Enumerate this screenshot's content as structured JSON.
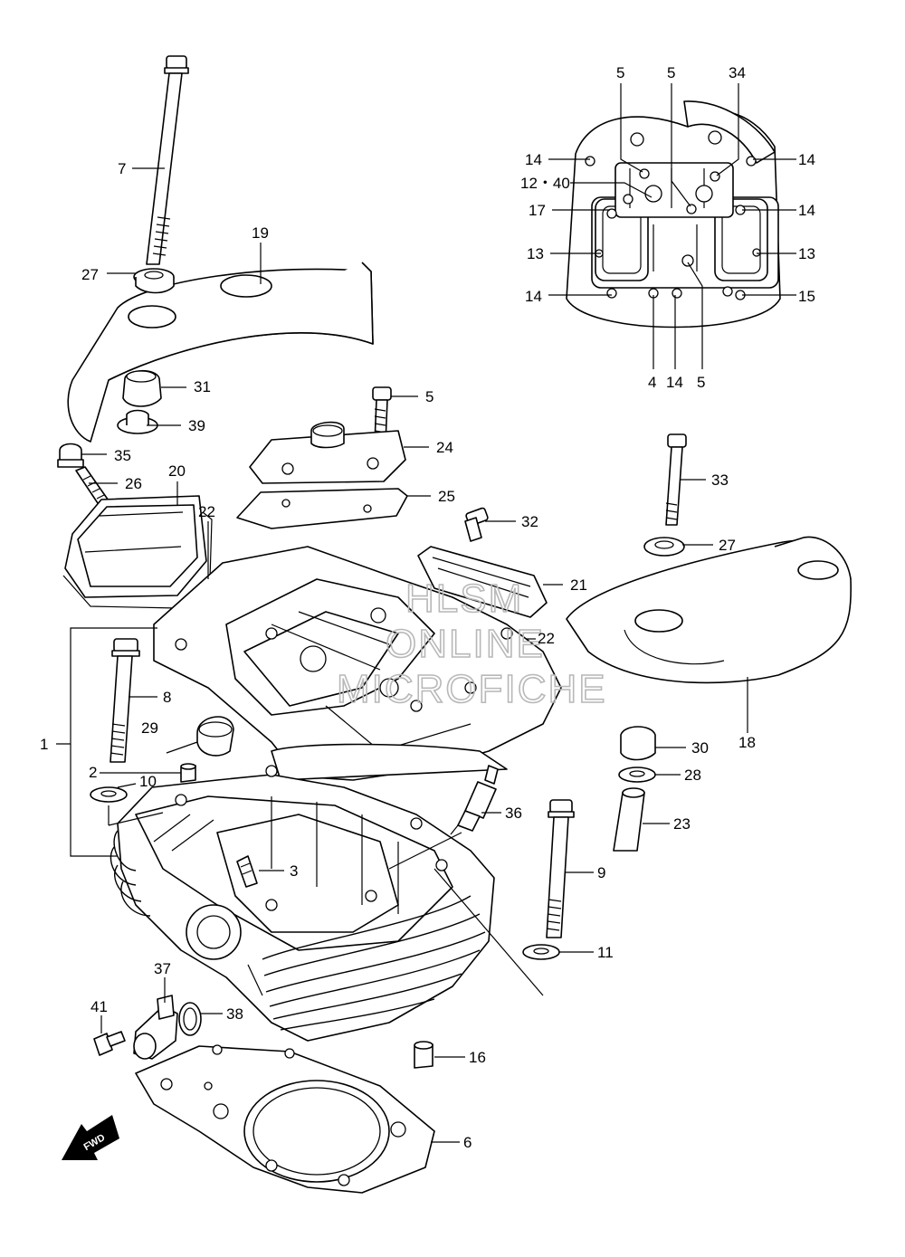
{
  "diagram": {
    "callouts": [
      {
        "id": "c5a",
        "text": "5"
      },
      {
        "id": "c5b",
        "text": "5"
      },
      {
        "id": "c34",
        "text": "34"
      },
      {
        "id": "c14a",
        "text": "14"
      },
      {
        "id": "c14b",
        "text": "14"
      },
      {
        "id": "c1240",
        "text": "12・40"
      },
      {
        "id": "c17",
        "text": "17"
      },
      {
        "id": "c14c",
        "text": "14"
      },
      {
        "id": "c13a",
        "text": "13"
      },
      {
        "id": "c13b",
        "text": "13"
      },
      {
        "id": "c14d",
        "text": "14"
      },
      {
        "id": "c15",
        "text": "15"
      },
      {
        "id": "c4",
        "text": "4"
      },
      {
        "id": "c14e",
        "text": "14"
      },
      {
        "id": "c5c",
        "text": "5"
      },
      {
        "id": "c7",
        "text": "7"
      },
      {
        "id": "c19",
        "text": "19"
      },
      {
        "id": "c27a",
        "text": "27"
      },
      {
        "id": "c31",
        "text": "31"
      },
      {
        "id": "c39",
        "text": "39"
      },
      {
        "id": "c35",
        "text": "35"
      },
      {
        "id": "c26",
        "text": "26"
      },
      {
        "id": "c20",
        "text": "20"
      },
      {
        "id": "c22a",
        "text": "22"
      },
      {
        "id": "c5d",
        "text": "5"
      },
      {
        "id": "c24",
        "text": "24"
      },
      {
        "id": "c25",
        "text": "25"
      },
      {
        "id": "c32",
        "text": "32"
      },
      {
        "id": "c21",
        "text": "21"
      },
      {
        "id": "c22b",
        "text": "22"
      },
      {
        "id": "c33",
        "text": "33"
      },
      {
        "id": "c27b",
        "text": "27"
      },
      {
        "id": "c18",
        "text": "18"
      },
      {
        "id": "c8",
        "text": "8"
      },
      {
        "id": "c29",
        "text": "29"
      },
      {
        "id": "c1",
        "text": "1"
      },
      {
        "id": "c2",
        "text": "2"
      },
      {
        "id": "c10",
        "text": "10"
      },
      {
        "id": "c30",
        "text": "30"
      },
      {
        "id": "c28",
        "text": "28"
      },
      {
        "id": "c36",
        "text": "36"
      },
      {
        "id": "c23",
        "text": "23"
      },
      {
        "id": "c3",
        "text": "3"
      },
      {
        "id": "c9",
        "text": "9"
      },
      {
        "id": "c11",
        "text": "11"
      },
      {
        "id": "c37",
        "text": "37"
      },
      {
        "id": "c41",
        "text": "41"
      },
      {
        "id": "c38",
        "text": "38"
      },
      {
        "id": "c16",
        "text": "16"
      },
      {
        "id": "c6",
        "text": "6"
      }
    ],
    "watermark": [
      "HLSM",
      "ONLINE",
      "MICROFICHE"
    ],
    "fwd_badge": "FWD"
  }
}
